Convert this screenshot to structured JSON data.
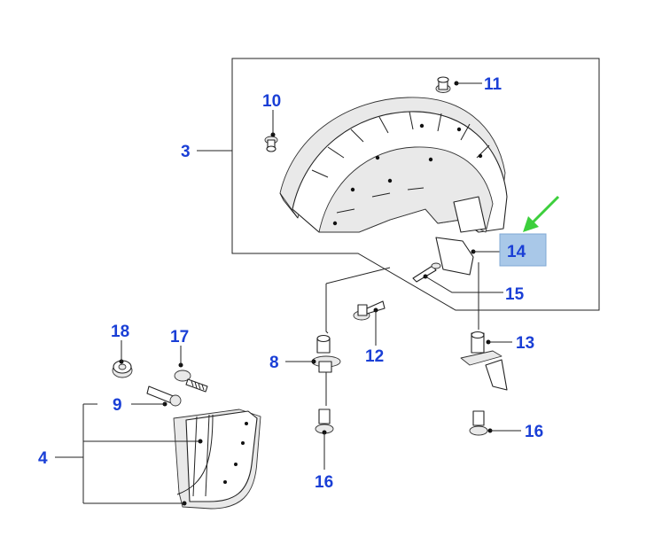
{
  "callouts": {
    "p3": "3",
    "p4": "4",
    "p8": "8",
    "p9": "9",
    "p10": "10",
    "p11": "11",
    "p12": "12",
    "p13": "13",
    "p14": "14",
    "p15": "15",
    "p16a": "16",
    "p16b": "16",
    "p17": "17",
    "p18": "18"
  },
  "colors": {
    "callout_text": "#1a3fd6",
    "highlight_fill": "#a9c8e8",
    "highlight_border": "#7fa8d4",
    "arrow": "#3ccf3c"
  },
  "icons": [
    "green-pointer-arrow-icon"
  ]
}
